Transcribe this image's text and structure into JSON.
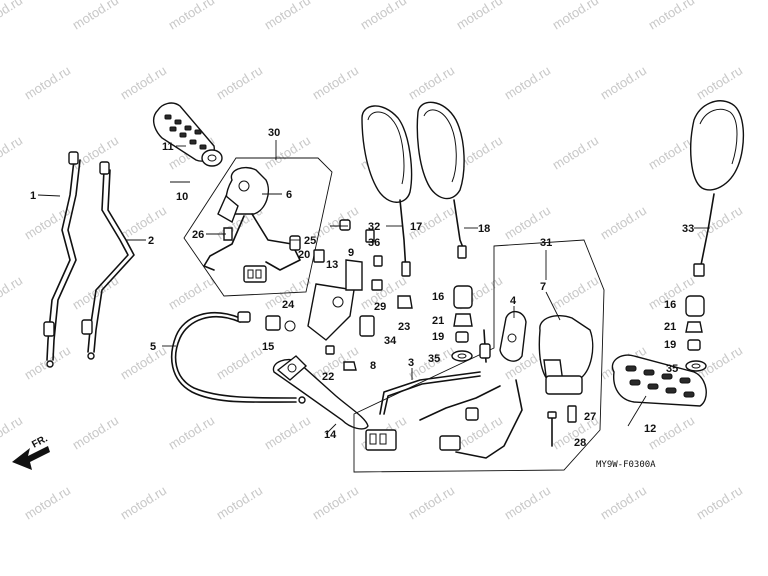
{
  "callouts": [
    {
      "id": "1",
      "text": "1"
    },
    {
      "id": "2",
      "text": "2"
    },
    {
      "id": "3",
      "text": "3"
    },
    {
      "id": "4",
      "text": "4"
    },
    {
      "id": "5",
      "text": "5"
    },
    {
      "id": "6",
      "text": "6"
    },
    {
      "id": "7",
      "text": "7"
    },
    {
      "id": "8",
      "text": "8"
    },
    {
      "id": "9",
      "text": "9"
    },
    {
      "id": "10",
      "text": "10"
    },
    {
      "id": "11",
      "text": "11"
    },
    {
      "id": "12",
      "text": "12"
    },
    {
      "id": "13",
      "text": "13"
    },
    {
      "id": "14",
      "text": "14"
    },
    {
      "id": "15",
      "text": "15"
    },
    {
      "id": "16a",
      "text": "16"
    },
    {
      "id": "16b",
      "text": "16"
    },
    {
      "id": "17",
      "text": "17"
    },
    {
      "id": "18",
      "text": "18"
    },
    {
      "id": "19a",
      "text": "19"
    },
    {
      "id": "19b",
      "text": "19"
    },
    {
      "id": "20",
      "text": "20"
    },
    {
      "id": "21a",
      "text": "21"
    },
    {
      "id": "21b",
      "text": "21"
    },
    {
      "id": "22",
      "text": "22"
    },
    {
      "id": "23",
      "text": "23"
    },
    {
      "id": "24",
      "text": "24"
    },
    {
      "id": "25",
      "text": "25"
    },
    {
      "id": "26",
      "text": "26"
    },
    {
      "id": "27",
      "text": "27"
    },
    {
      "id": "28",
      "text": "28"
    },
    {
      "id": "29",
      "text": "29"
    },
    {
      "id": "30",
      "text": "30"
    },
    {
      "id": "31",
      "text": "31"
    },
    {
      "id": "32",
      "text": "32"
    },
    {
      "id": "33",
      "text": "33"
    },
    {
      "id": "34",
      "text": "34"
    },
    {
      "id": "35a",
      "text": "35"
    },
    {
      "id": "35b",
      "text": "35"
    },
    {
      "id": "36",
      "text": "36"
    }
  ],
  "diagram_code": "MY9W-F0300A",
  "front_marker": "FR.",
  "watermark": "motod.ru",
  "colors": {
    "line": "#111111",
    "watermark": "#c8c8c8",
    "background": "#ffffff"
  }
}
